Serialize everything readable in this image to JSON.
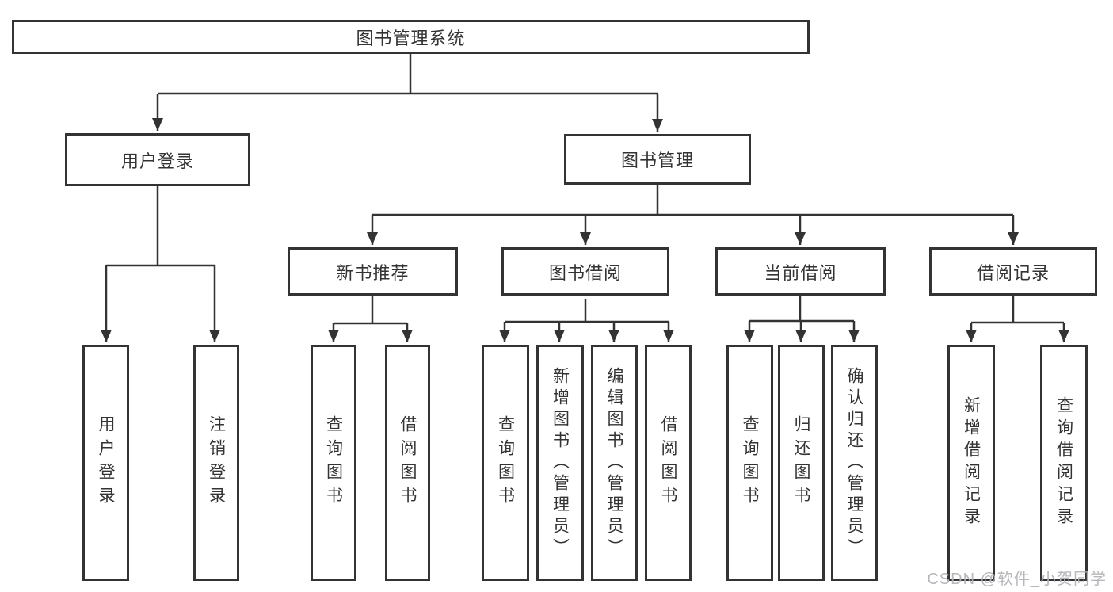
{
  "tree": {
    "root": {
      "label": "图书管理系统",
      "children": [
        {
          "label": "用户登录",
          "children": [
            {
              "label": "用户登录"
            },
            {
              "label": "注销登录"
            }
          ]
        },
        {
          "label": "图书管理",
          "children": [
            {
              "label": "新书推荐",
              "children": [
                {
                  "label": "查询图书"
                },
                {
                  "label": "借阅图书"
                }
              ]
            },
            {
              "label": "图书借阅",
              "children": [
                {
                  "label": "查询图书"
                },
                {
                  "label": "新增图书（管理员）"
                },
                {
                  "label": "编辑图书（管理员）"
                },
                {
                  "label": "借阅图书"
                }
              ]
            },
            {
              "label": "当前借阅",
              "children": [
                {
                  "label": "查询图书"
                },
                {
                  "label": "归还图书"
                },
                {
                  "label": "确认归还（管理员）"
                }
              ]
            },
            {
              "label": "借阅记录",
              "children": [
                {
                  "label": "新增借阅记录"
                },
                {
                  "label": "查询借阅记录"
                }
              ]
            }
          ]
        }
      ]
    }
  },
  "watermark": "CSDN @软件_小贺同学",
  "colors": {
    "line": "#333333",
    "text": "#333333",
    "watermark": "#b3b3b8",
    "background": "#ffffff"
  }
}
